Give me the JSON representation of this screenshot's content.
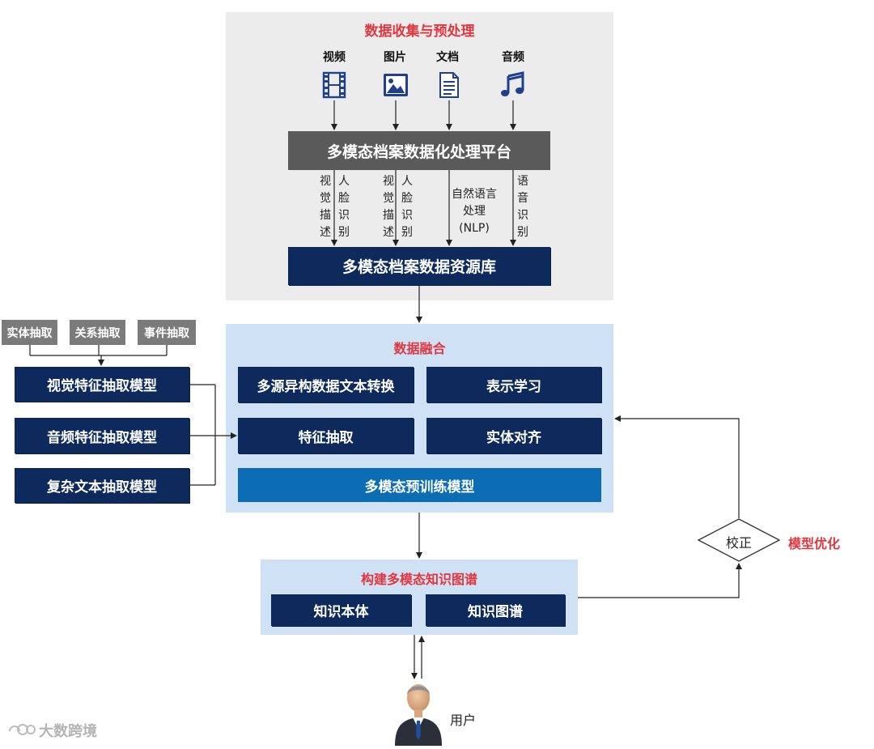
{
  "colors": {
    "title_red": "#e2363f",
    "navy": "#0e2a5c",
    "panel_gray": "#ececec",
    "panel_blue": "#cfe2f5",
    "bright_blue": "#0d6db4",
    "dark_gray": "#5a5a5a"
  },
  "collection": {
    "title": "数据收集与预处理",
    "media": [
      {
        "label": "视频",
        "icon": "film-icon"
      },
      {
        "label": "图片",
        "icon": "image-icon"
      },
      {
        "label": "文档",
        "icon": "document-icon"
      },
      {
        "label": "音频",
        "icon": "music-note-icon"
      }
    ],
    "platform": "多模态档案数据化处理平台",
    "processes": {
      "visual_desc_1": "视觉描述",
      "face_rec_1": "人脸识别",
      "visual_desc_2": "视觉描述",
      "face_rec_2": "人脸识别",
      "nlp_line1": "自然语言",
      "nlp_line2": "处理",
      "nlp_line3": "(NLP)",
      "speech_rec": "语音识别"
    },
    "resource_db": "多模态档案数据资源库"
  },
  "extraction": {
    "tags": [
      "实体抽取",
      "关系抽取",
      "事件抽取"
    ],
    "models": [
      "视觉特征抽取模型",
      "音频特征抽取模型",
      "复杂文本抽取模型"
    ]
  },
  "fusion": {
    "title": "数据融合",
    "items": [
      "多源异构数据文本转换",
      "表示学习",
      "特征抽取",
      "实体对齐"
    ],
    "pretrain": "多模态预训练模型"
  },
  "kg": {
    "title": "构建多模态知识图谱",
    "items": [
      "知识本体",
      "知识图谱"
    ]
  },
  "feedback": {
    "diamond": "校正",
    "label": "模型优化"
  },
  "user": {
    "label": "用户"
  },
  "watermark": "大数跨境"
}
